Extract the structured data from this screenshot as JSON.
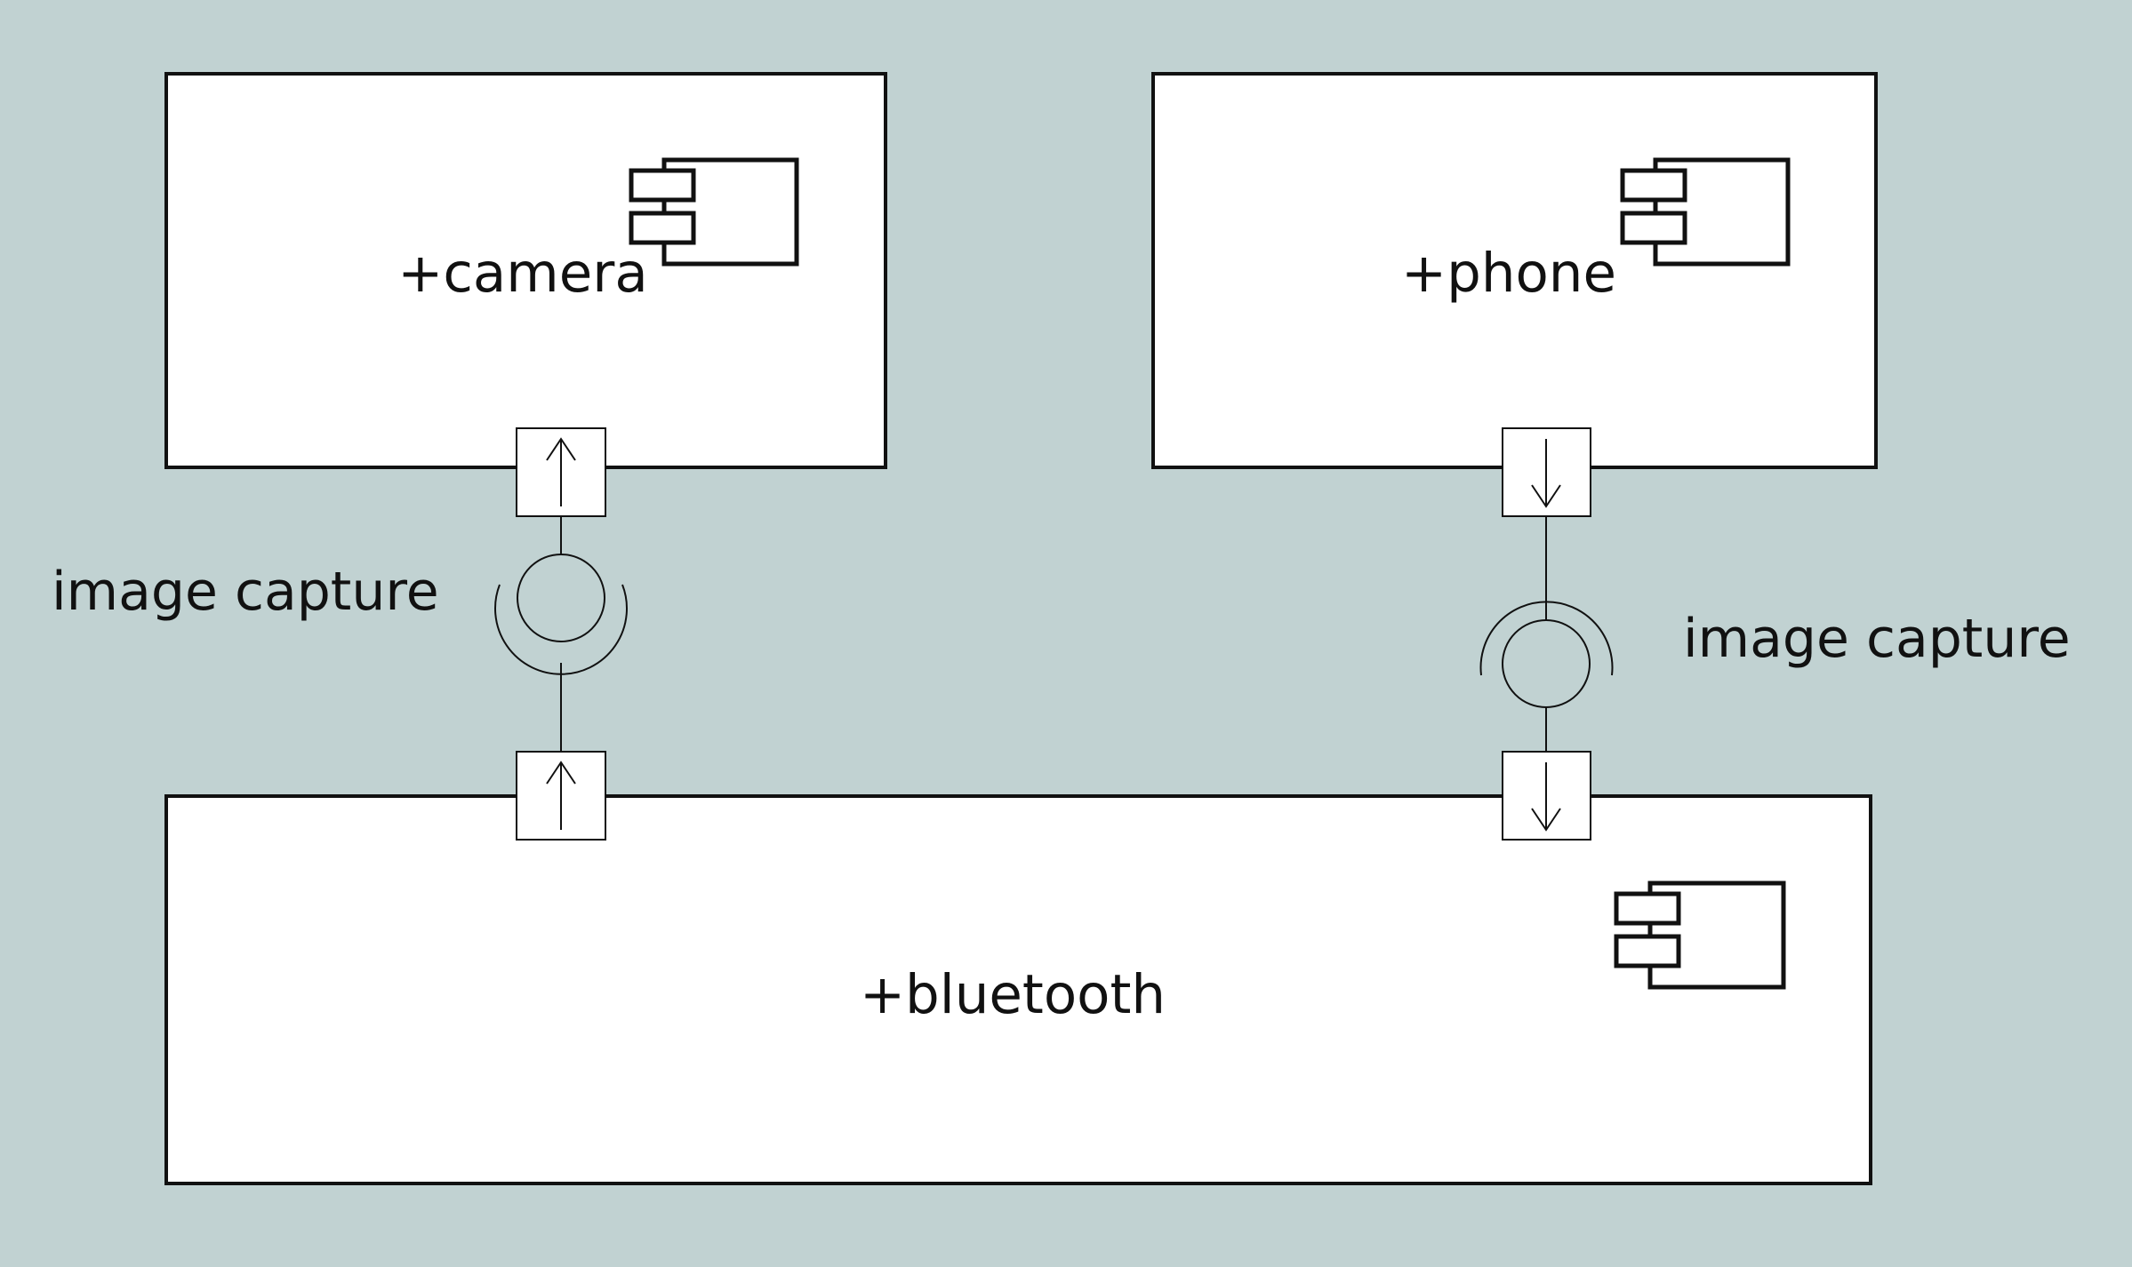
{
  "diagram": {
    "components": {
      "camera": {
        "label": "+camera",
        "icon": "component-icon"
      },
      "phone": {
        "label": "+phone",
        "icon": "component-icon"
      },
      "bluetooth": {
        "label": "+bluetooth",
        "icon": "component-icon"
      }
    },
    "interfaces": {
      "left": {
        "label": "image capture",
        "direction": "up"
      },
      "right": {
        "label": "image capture",
        "direction": "down"
      }
    },
    "colors": {
      "background": "#c1d2d2",
      "box": "#ffffff",
      "stroke": "#111111"
    }
  }
}
